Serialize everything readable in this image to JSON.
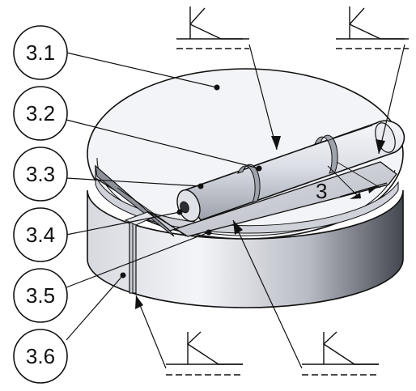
{
  "callouts": [
    {
      "id": "c31",
      "label": "3.1"
    },
    {
      "id": "c32",
      "label": "3.2"
    },
    {
      "id": "c33",
      "label": "3.3"
    },
    {
      "id": "c34",
      "label": "3.4"
    },
    {
      "id": "c35",
      "label": "3.5"
    },
    {
      "id": "c36",
      "label": "3.6"
    }
  ],
  "dimension": {
    "label": "3"
  },
  "colors": {
    "line": "#111111",
    "top_face": "#f2f3f6",
    "side_light": "#e2e4ea",
    "side_dark": "#474a52",
    "shaft": "#d9dce3"
  }
}
